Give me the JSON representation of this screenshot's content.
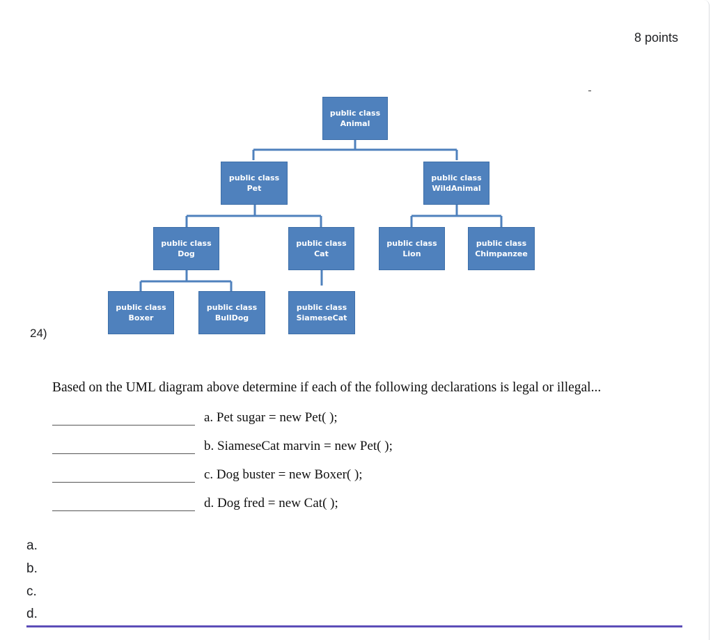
{
  "points": "8 points",
  "question_number": "24)",
  "diagram": {
    "prefix": "public class",
    "classes": {
      "animal": "Animal",
      "pet": "Pet",
      "wild": "WildAnimal",
      "dog": "Dog",
      "cat": "Cat",
      "lion": "Lion",
      "chimp": "Chimpanzee",
      "boxer": "Boxer",
      "bulldog": "BullDog",
      "siamese": "SiameseCat"
    }
  },
  "prompt": "Based on the UML diagram above determine if each of the following declarations is legal or illegal...",
  "declarations": [
    "a. Pet sugar = new Pet( );",
    "b. SiameseCat marvin = new Pet( );",
    "c. Dog buster = new Boxer( );",
    "d. Dog fred = new Cat( );"
  ],
  "options": [
    "a.",
    "b.",
    "c.",
    "d."
  ],
  "colors": {
    "box": "#4f81bd",
    "connector": "#4f81bd",
    "answer_underline": "#5c4db8"
  }
}
